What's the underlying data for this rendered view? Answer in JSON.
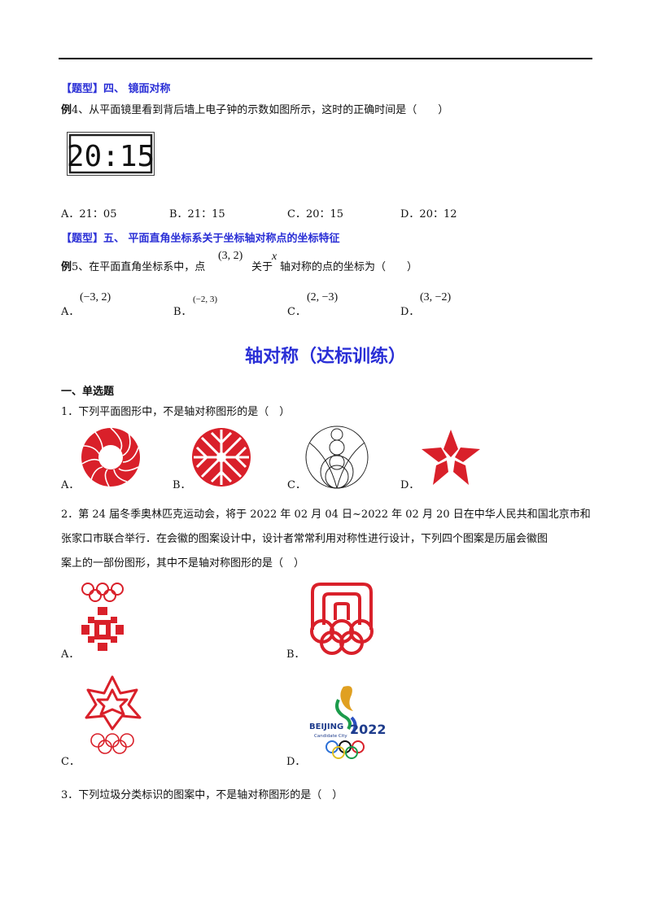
{
  "section4": {
    "tag": "【题型】四、 镜面对称"
  },
  "ex4": {
    "label": "例",
    "text": "4、从平面镜里看到背后墙上电子钟的示数如图所示，这时的正确时间是（　　）",
    "clock_display": "20:15",
    "options": [
      "A．21：05",
      "B．21：15",
      "C．20：15",
      "D．20：12"
    ]
  },
  "section5": {
    "tag": "【题型】五、 平面直角坐标系关于坐标轴对称点的坐标特征"
  },
  "ex5": {
    "label": "例",
    "text_a": "5、在平面直角坐标系中，点",
    "point": "(3, 2)",
    "text_b": "关于",
    "axis": "x",
    "text_c": "轴对称的点的坐标为（　　）",
    "options": [
      {
        "letter": "A．",
        "value": "(−3, 2)"
      },
      {
        "letter": "B．",
        "value": "(−2, 3)"
      },
      {
        "letter": "C．",
        "value": "(2, −3)"
      },
      {
        "letter": "D．",
        "value": "(3, −2)"
      }
    ]
  },
  "title": "轴对称（达标训练）",
  "subhead": "一、单选题",
  "q1": {
    "text": "1．下列平面图形中，不是轴对称图形的是（　）",
    "options": [
      "A．",
      "B．",
      "C．",
      "D．"
    ]
  },
  "q2": {
    "line1": "2．第 24 届冬季奥林匹克运动会，将于 2022 年 02 月 04 日~2022 年 02 月 20 日在中华人民共和国北京市和",
    "line2": "张家口市联合举行．在会徽的图案设计中，设计者常常利用对称性进行设计，下列四个图案是历届会徽图",
    "line3": "案上的一部份图形，其中不是轴对称图形的是（　）",
    "options": [
      "A．",
      "B．",
      "C．",
      "D．"
    ],
    "logo_text_main": "BEIJING",
    "logo_text_year": "2022",
    "logo_text_sub": "Candidate City"
  },
  "q3": {
    "text": "3．下列垃圾分类标识的图案中，不是轴对称图形的是（　）"
  },
  "colors": {
    "accent_blue": "#2a2fd6",
    "logo_red": "#d9202a"
  }
}
